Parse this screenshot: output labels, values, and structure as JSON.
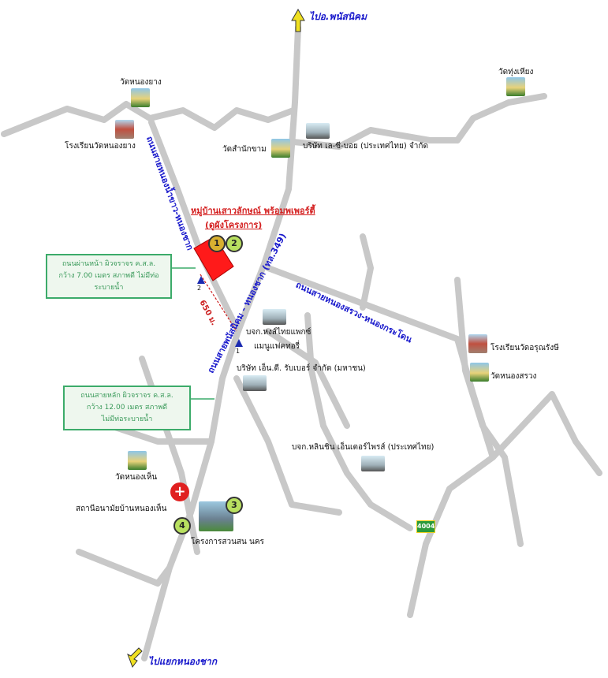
{
  "directions": {
    "north": "ไปอ.พนัสนิคม",
    "south": "ไปแยกหนองชาก"
  },
  "project": {
    "title": "หมู่บ้านเสาวลักษณ์ พร้อมพเพอร์ตี้",
    "subtitle": "(ดูผังโครงการ)",
    "color": "#ff1a1a"
  },
  "roads": {
    "west": "ถนนสายหนองน้ำขาว-หนองชาก",
    "main": "ถนนสายพนัสนิคม - หนองชาก (ทล.349)",
    "east": "ถนนสายหนองสรวง-หนองกระโดน",
    "route_badge": "4004"
  },
  "distance": "650 ม.",
  "notes": {
    "front_road": [
      "ถนนผ่านหน้า ผิวจราจร ค.ส.ล.",
      "กว้าง 7.00 เมตร สภาพดี ไม่มีท่อระบายน้ำ"
    ],
    "main_road": [
      "ถนนสายหลัก ผิวจราจร ค.ส.ล.",
      "กว้าง 12.00 เมตร สภาพดี",
      "ไม่มีท่อระบายน้ำ"
    ]
  },
  "places": {
    "wat_nong_yang": "วัดหนองยาง",
    "school_nong_yang": "โรงเรียนวัดหนองยาง",
    "wat_samnak_kham": "วัดสำนักขาม",
    "company_lc": "บริษัท เล-ซี-บอย (ประเทศไทย) จำกัด",
    "wat_thung_hiang": "วัดทุ่งเหียง",
    "hongsthai": "บจก.หงส์ไทยแพกซ์",
    "hongsthai2": "แมนูแฟคทอรี่",
    "nd_rubber": "บริษัท เอ็น.ดี. รับเบอร์ จำกัด (มหาชน)",
    "school_arun": "โรงเรียนวัดอรุณรังษี",
    "wat_nong_sruang": "วัดหนองสรวง",
    "philips": "บจก.หลินชิน เอ็นเตอร์ไพรส์ (ประเทศไทย)",
    "wat_nong_hen": "วัดหนองเห็น",
    "health_station": "สถานีอนามัยบ้านหนองเห็น",
    "suan_son": "โครงการสวนสน นคร"
  },
  "markers": [
    "1",
    "2",
    "3",
    "4"
  ],
  "pins": [
    "1",
    "2"
  ]
}
